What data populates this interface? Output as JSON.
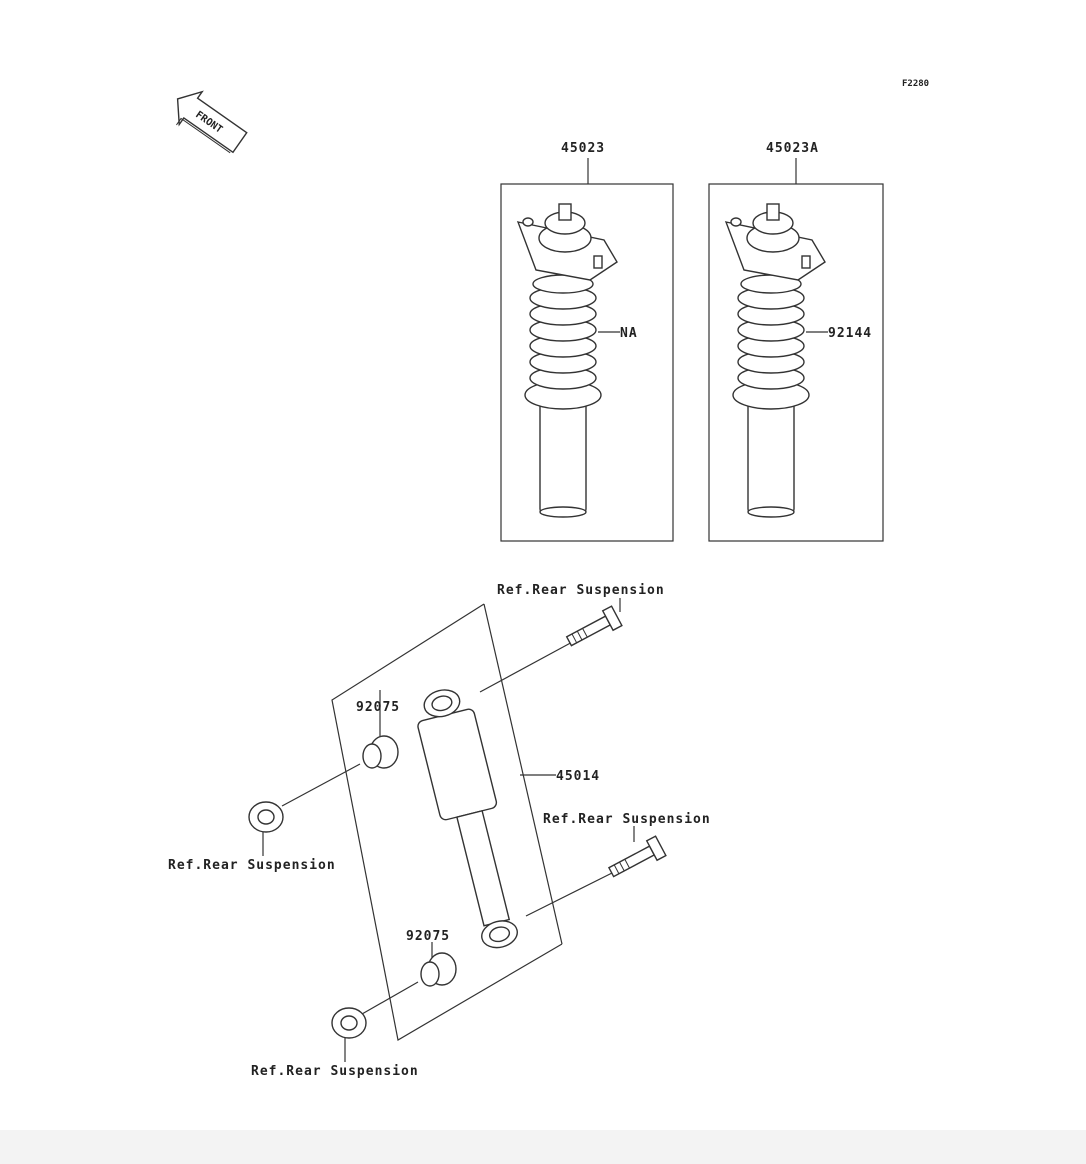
{
  "diagram_code": "F2280",
  "front_arrow_label": "FRONT",
  "labels": {
    "part_45023": "45023",
    "part_45023a": "45023A",
    "callout_na": "NA",
    "part_92144": "92144",
    "part_45014": "45014",
    "part_92075_upper": "92075",
    "part_92075_lower": "92075",
    "ref_top_right": "Ref.Rear Suspension",
    "ref_mid_right": "Ref.Rear Suspension",
    "ref_left_upper": "Ref.Rear Suspension",
    "ref_left_lower": "Ref.Rear Suspension"
  },
  "colors": {
    "ink": "#333333",
    "background": "#ffffff",
    "footer": "#f3f3f3"
  }
}
